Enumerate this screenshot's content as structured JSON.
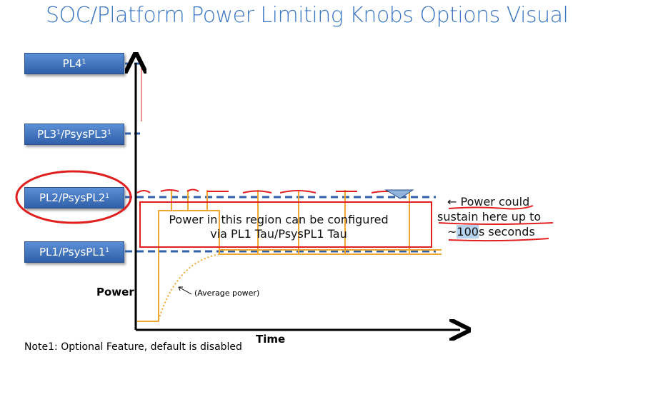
{
  "title": "SOC/Platform Power Limiting Knobs Options Visual",
  "levels": [
    {
      "label": "PL4",
      "sup": "1"
    },
    {
      "label": "PL3",
      "sup1": "1",
      "mid": "/PsysPL3",
      "sup2": "1"
    },
    {
      "label": "PL2/PsysPL2",
      "sup": "1"
    },
    {
      "label": "PL1/PsysPL1",
      "sup": "1"
    }
  ],
  "axes": {
    "y_label": "Power",
    "x_label": "Time"
  },
  "region_text": {
    "line1": "Power in this region can be configured",
    "line2": "via PL1 Tau/PsysPL1 Tau"
  },
  "sustain": {
    "line1": "← Power could",
    "line2": "sustain here up to",
    "line3_prefix": "~",
    "line3_highlight": "100",
    "line3_suffix": "s seconds"
  },
  "avg_note": "(Average power)",
  "footnote": "Note1: Optional Feature, default is disabled",
  "colors": {
    "title": "#3a75c4",
    "box": "#2f5fa8",
    "dashed_level": "#2f5fa8",
    "power_trace": "#f0a830",
    "annotation": "#e02020"
  }
}
